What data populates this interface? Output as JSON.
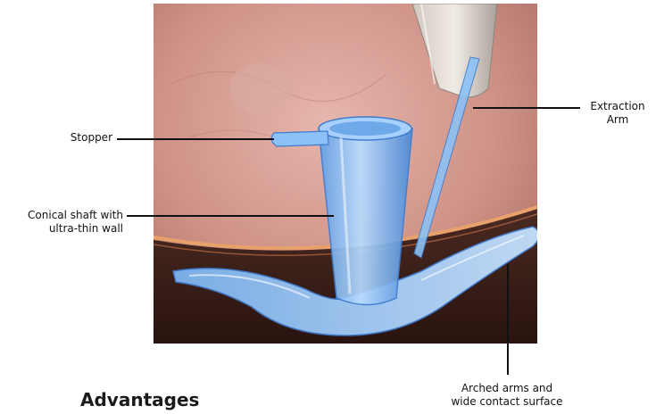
{
  "labels": {
    "stopper": "Stopper",
    "extraction_arm": [
      "Extraction",
      "Arm"
    ],
    "conical_shaft": [
      "Conical shaft with",
      "ultra-thin wall"
    ],
    "arched_arms": [
      "Arched arms and",
      "wide contact surface"
    ]
  },
  "heading": "Advantages"
}
